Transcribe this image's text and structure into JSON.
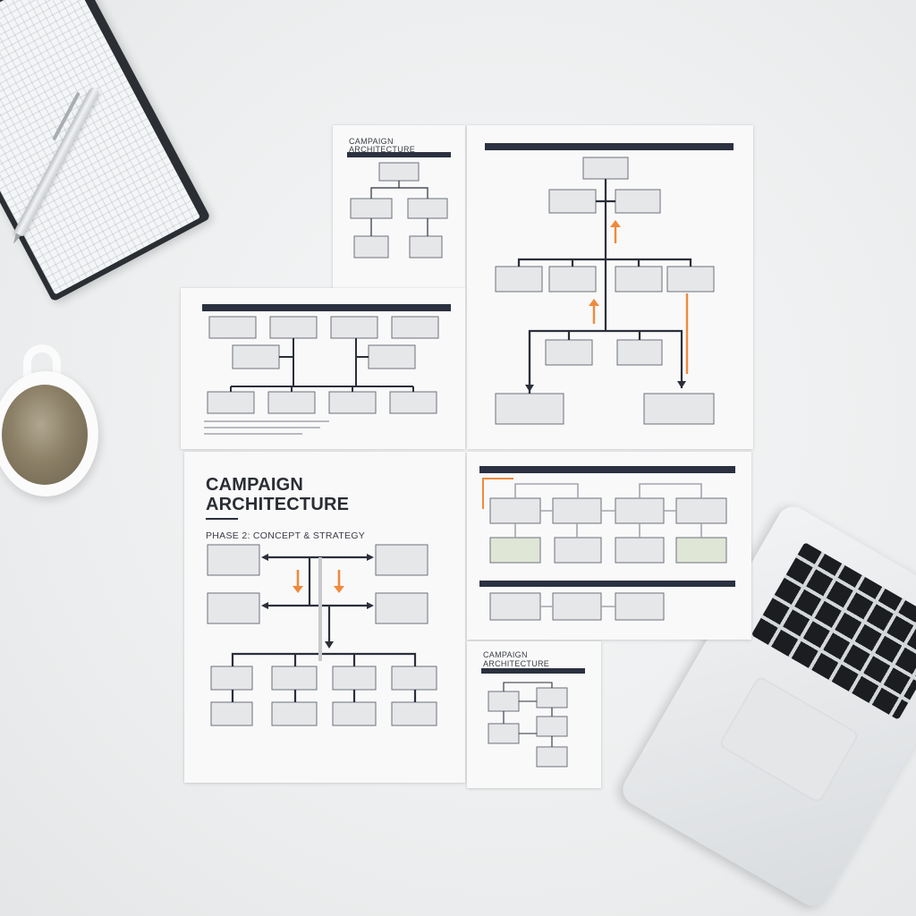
{
  "main_sheet": {
    "title_line1": "CAMPAIGN",
    "title_line2": "ARCHITECTURE",
    "subtitle": "PHASE 2: CONCEPT & STRATEGY"
  },
  "top_left_sheet": {
    "title_line1": "CAMPAIGN",
    "title_line2": "ARCHITECTURE"
  },
  "bottom_small_sheet": {
    "title_line1": "CAMPAIGN",
    "title_line2": "ARCHITECTURE"
  },
  "colors": {
    "paper": "#f9f9fa",
    "ink": "#2b2f3a",
    "header_bar": "#2b3140",
    "accent": "#ef8a3c",
    "box_fill": "#e6e7e9",
    "box_green": "#dfe6d6"
  }
}
